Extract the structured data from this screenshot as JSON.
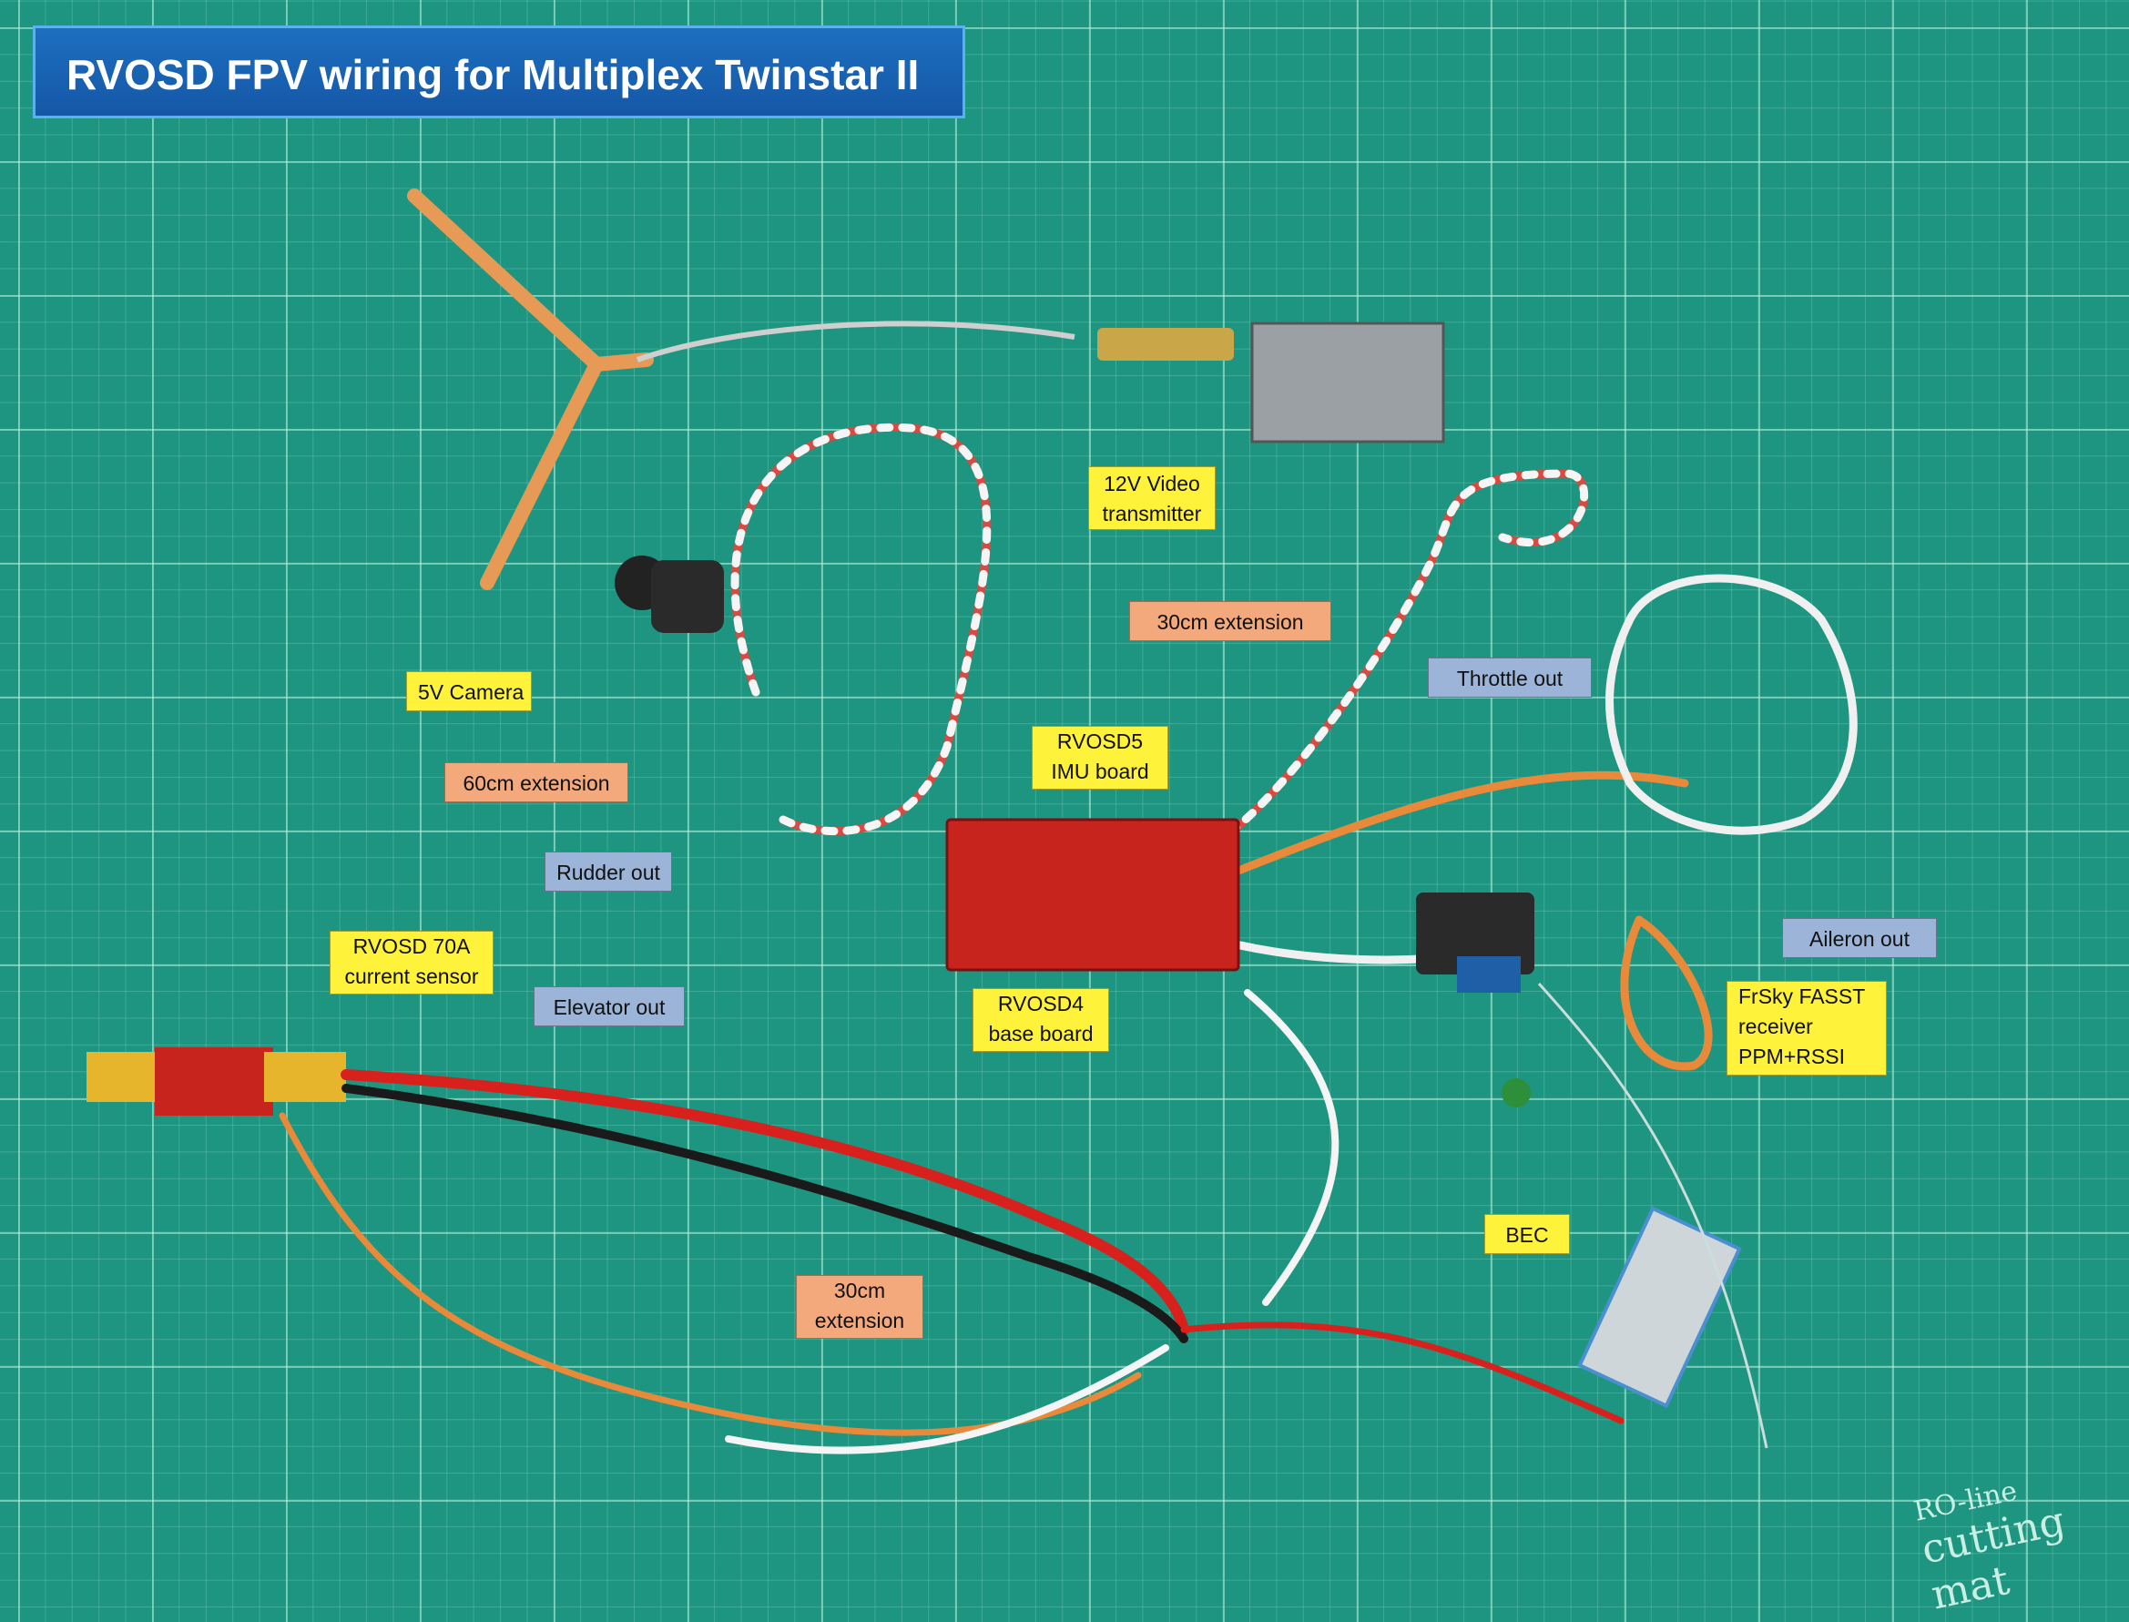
{
  "title": "RVOSD FPV wiring for Multiplex Twinstar II",
  "labels": {
    "video_tx": [
      "12V Video",
      "transmitter"
    ],
    "ext_30_top": "30cm extension",
    "throttle": "Throttle out",
    "camera": "5V Camera",
    "ext_60": "60cm extension",
    "imu": [
      "RVOSD5",
      "IMU board"
    ],
    "rudder": "Rudder out",
    "current_sensor": [
      "RVOSD 70A",
      "current sensor"
    ],
    "elevator": "Elevator out",
    "base_board": [
      "RVOSD4",
      "base board"
    ],
    "aileron": "Aileron out",
    "receiver": [
      "FrSky FASST",
      "receiver",
      "PPM+RSSI"
    ],
    "bec": "BEC",
    "ext_30_bottom": [
      "30cm",
      "extension"
    ]
  },
  "mat_logo": {
    "line1": "RO-line",
    "line2": "cutting mat"
  },
  "colors": {
    "title_bg": "#1a62b4",
    "label_yellow": "#fff23a",
    "label_orange": "#f3a97c",
    "label_blue": "#9cb4d8",
    "mat": "#1d9580"
  }
}
